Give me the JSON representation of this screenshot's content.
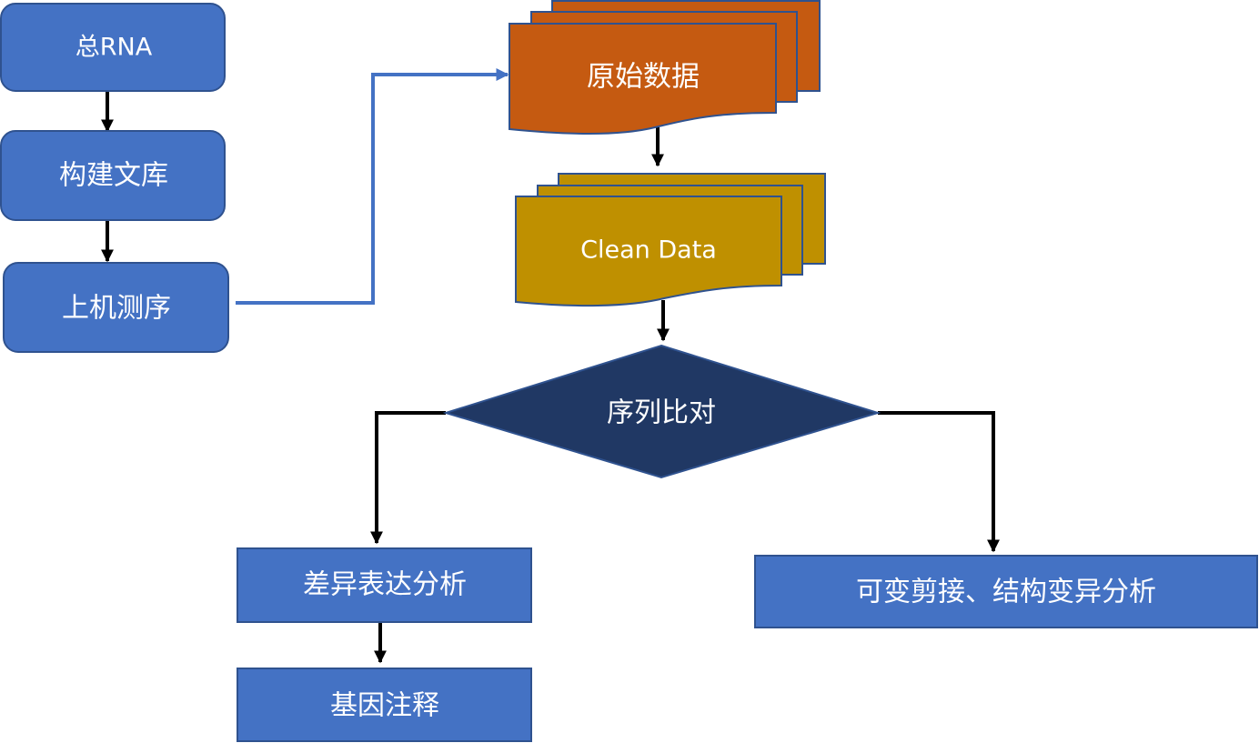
{
  "title": "RNA-seq analysis workflow",
  "colors": {
    "process_blue": "#4472C4",
    "border_blue": "#2F528F",
    "raw_data_orange": "#C55A11",
    "clean_data_gold": "#BF9000",
    "decision_navy": "#203864",
    "connector_black": "#000000",
    "connector_blue": "#4472C4",
    "text": "#FFFFFF"
  },
  "nodes": {
    "total_rna": {
      "label": "总RNA",
      "shape": "rounded-rect"
    },
    "library": {
      "label": "构建文库",
      "shape": "rounded-rect"
    },
    "sequencing": {
      "label": "上机测序",
      "shape": "rounded-rect"
    },
    "raw_data": {
      "label": "原始数据",
      "shape": "multi-document"
    },
    "clean_data": {
      "label": "Clean Data",
      "shape": "multi-document"
    },
    "alignment": {
      "label": "序列比对",
      "shape": "diamond"
    },
    "diff_expr": {
      "label": "差异表达分析",
      "shape": "rect"
    },
    "gene_annot": {
      "label": "基因注释",
      "shape": "rect"
    },
    "splicing": {
      "label": "可变剪接、结构变异分析",
      "shape": "rect"
    }
  },
  "edges": [
    {
      "from": "total_rna",
      "to": "library"
    },
    {
      "from": "library",
      "to": "sequencing"
    },
    {
      "from": "sequencing",
      "to": "raw_data"
    },
    {
      "from": "raw_data",
      "to": "clean_data"
    },
    {
      "from": "clean_data",
      "to": "alignment"
    },
    {
      "from": "alignment",
      "to": "diff_expr"
    },
    {
      "from": "alignment",
      "to": "splicing"
    },
    {
      "from": "diff_expr",
      "to": "gene_annot"
    }
  ]
}
